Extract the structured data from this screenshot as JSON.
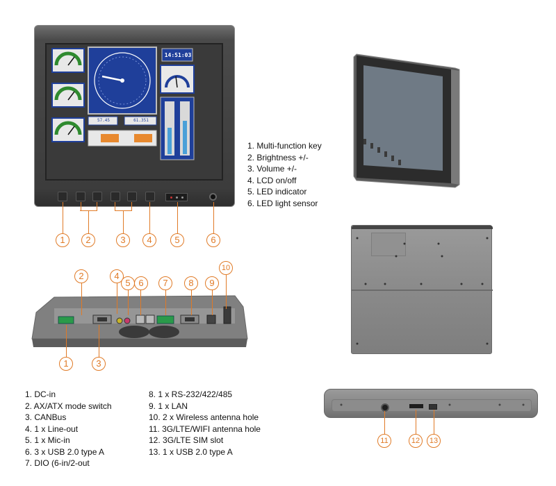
{
  "front_panel": {
    "clock": "14:51:03",
    "readout_left": "57.45",
    "readout_right": "61.351",
    "callouts": [
      "1",
      "2",
      "3",
      "4",
      "5",
      "6"
    ]
  },
  "front_legend": [
    "1. Multi-function key",
    "2. Brightness +/-",
    "3. Volume +/-",
    "4. LCD on/off",
    "5. LED indicator",
    "6. LED light sensor"
  ],
  "io_callouts": [
    "1",
    "2",
    "3",
    "4",
    "5",
    "6",
    "7",
    "8",
    "9",
    "10"
  ],
  "side_callouts": [
    "11",
    "12",
    "13"
  ],
  "io_legend_left": [
    "1. DC-in",
    "2. AX/ATX mode switch",
    "3. CANBus",
    "4. 1 x Line-out",
    "5. 1 x Mic-in",
    "6. 3 x USB 2.0 type A",
    "7. DIO (6-in/2-out"
  ],
  "io_legend_right": [
    "8. 1 x RS-232/422/485",
    "9. 1 x LAN",
    "10. 2 x Wireless antenna hole",
    "11. 3G/LTE/WIFI antenna hole",
    "12. 3G/LTE SIM slot",
    "13. 1 x USB 2.0 type A"
  ],
  "colors": {
    "callout": "#e07a26",
    "bezel": "#3a3a3a",
    "housing": "#7d7d7d",
    "screen_bg": "#3e3e3e",
    "gauge_panel": "#1f3f9a"
  }
}
